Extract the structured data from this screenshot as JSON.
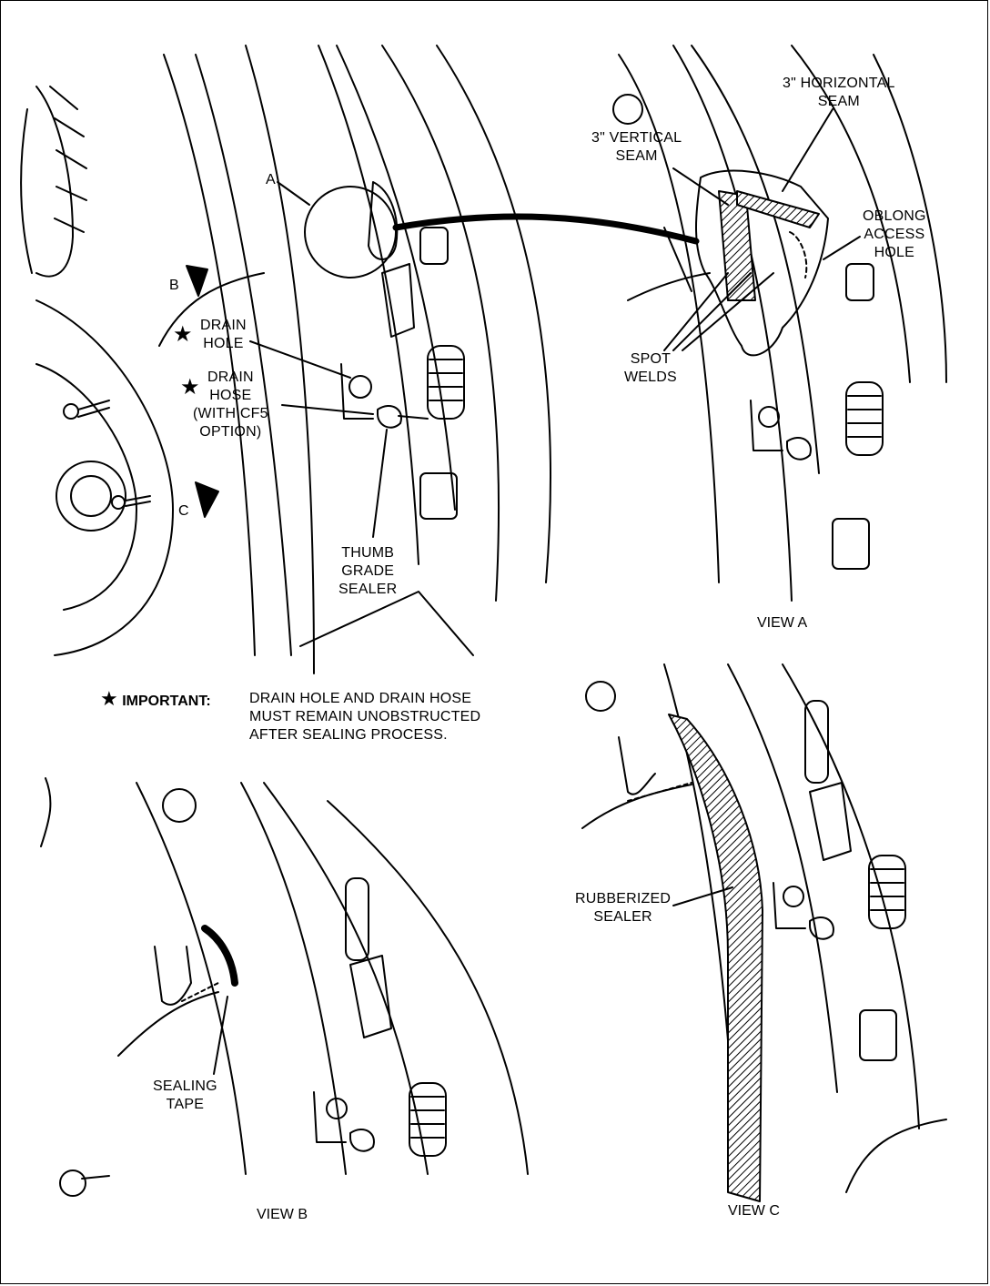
{
  "labels": {
    "callout_a": "A",
    "arrow_b": "B",
    "arrow_c": "C",
    "drain_hole": [
      "DRAIN",
      "HOLE"
    ],
    "drain_hose": [
      "DRAIN",
      "HOSE",
      "(WITH CF5",
      "OPTION)"
    ],
    "thumb_grade_sealer": [
      "THUMB",
      "GRADE",
      "SEALER"
    ],
    "horizontal_seam": [
      "3\" HORIZONTAL",
      "SEAM"
    ],
    "vertical_seam": [
      "3\" VERTICAL",
      "SEAM"
    ],
    "oblong_access_hole": [
      "OBLONG",
      "ACCESS",
      "HOLE"
    ],
    "spot_welds": [
      "SPOT",
      "WELDS"
    ],
    "sealing_tape": [
      "SEALING",
      "TAPE"
    ],
    "rubberized_sealer": [
      "RUBBERIZED",
      "SEALER"
    ]
  },
  "important": {
    "marker": "★",
    "heading": "IMPORTANT",
    "lines": [
      "DRAIN HOLE AND DRAIN HOSE",
      "MUST REMAIN UNOBSTRUCTED",
      "AFTER SEALING PROCESS."
    ]
  },
  "views": {
    "view_a": "VIEW A",
    "view_b": "VIEW B",
    "view_c": "VIEW C"
  },
  "colors": {
    "ink": "#000000",
    "paper": "#ffffff"
  }
}
